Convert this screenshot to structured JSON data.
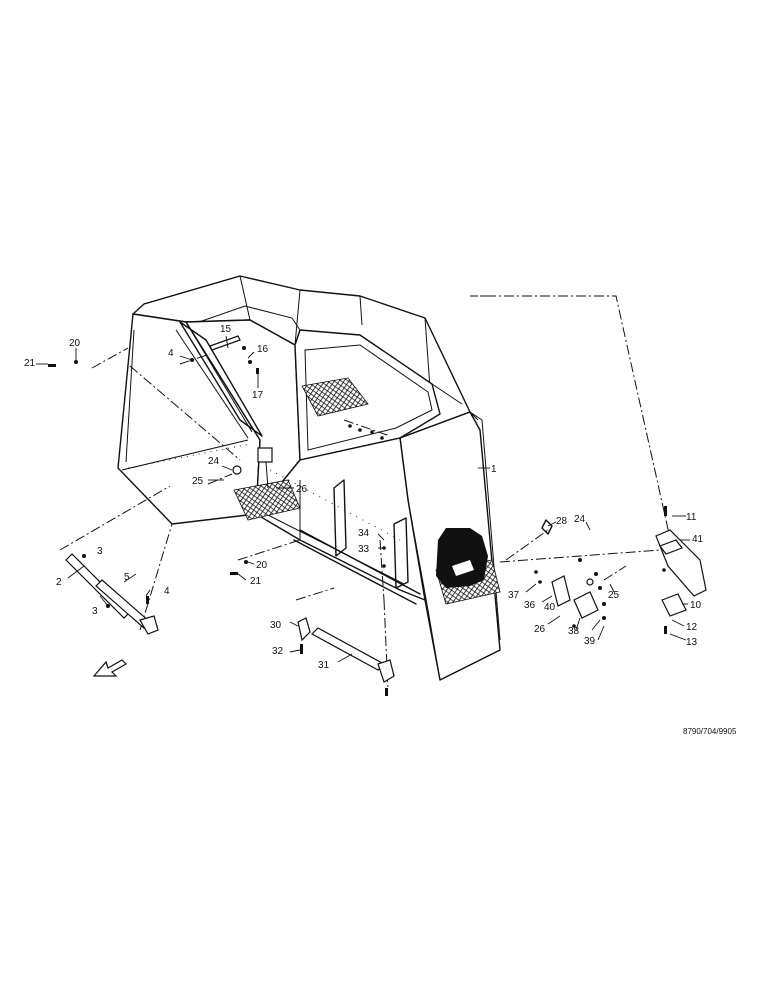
{
  "drawing": {
    "reference": "8790/704/9905",
    "callouts": [
      {
        "id": "c1",
        "text": "1"
      },
      {
        "id": "c2",
        "text": "2"
      },
      {
        "id": "c3a",
        "text": "3"
      },
      {
        "id": "c3b",
        "text": "3"
      },
      {
        "id": "c4a",
        "text": "4"
      },
      {
        "id": "c4b",
        "text": "4"
      },
      {
        "id": "c5",
        "text": "5"
      },
      {
        "id": "c10",
        "text": "10"
      },
      {
        "id": "c11",
        "text": "11"
      },
      {
        "id": "c12",
        "text": "12"
      },
      {
        "id": "c13",
        "text": "13"
      },
      {
        "id": "c15",
        "text": "15"
      },
      {
        "id": "c16",
        "text": "16"
      },
      {
        "id": "c17",
        "text": "17"
      },
      {
        "id": "c20a",
        "text": "20"
      },
      {
        "id": "c20b",
        "text": "20"
      },
      {
        "id": "c21a",
        "text": "21"
      },
      {
        "id": "c21b",
        "text": "21"
      },
      {
        "id": "c24a",
        "text": "24"
      },
      {
        "id": "c24b",
        "text": "24"
      },
      {
        "id": "c25a",
        "text": "25"
      },
      {
        "id": "c25b",
        "text": "25"
      },
      {
        "id": "c26a",
        "text": "26"
      },
      {
        "id": "c26b",
        "text": "26"
      },
      {
        "id": "c28",
        "text": "28"
      },
      {
        "id": "c30",
        "text": "30"
      },
      {
        "id": "c31",
        "text": "31"
      },
      {
        "id": "c32",
        "text": "32"
      },
      {
        "id": "c33",
        "text": "33"
      },
      {
        "id": "c34",
        "text": "34"
      },
      {
        "id": "c36",
        "text": "36"
      },
      {
        "id": "c37",
        "text": "37"
      },
      {
        "id": "c38",
        "text": "38"
      },
      {
        "id": "c39",
        "text": "39"
      },
      {
        "id": "c40",
        "text": "40"
      },
      {
        "id": "c41",
        "text": "41"
      }
    ]
  }
}
